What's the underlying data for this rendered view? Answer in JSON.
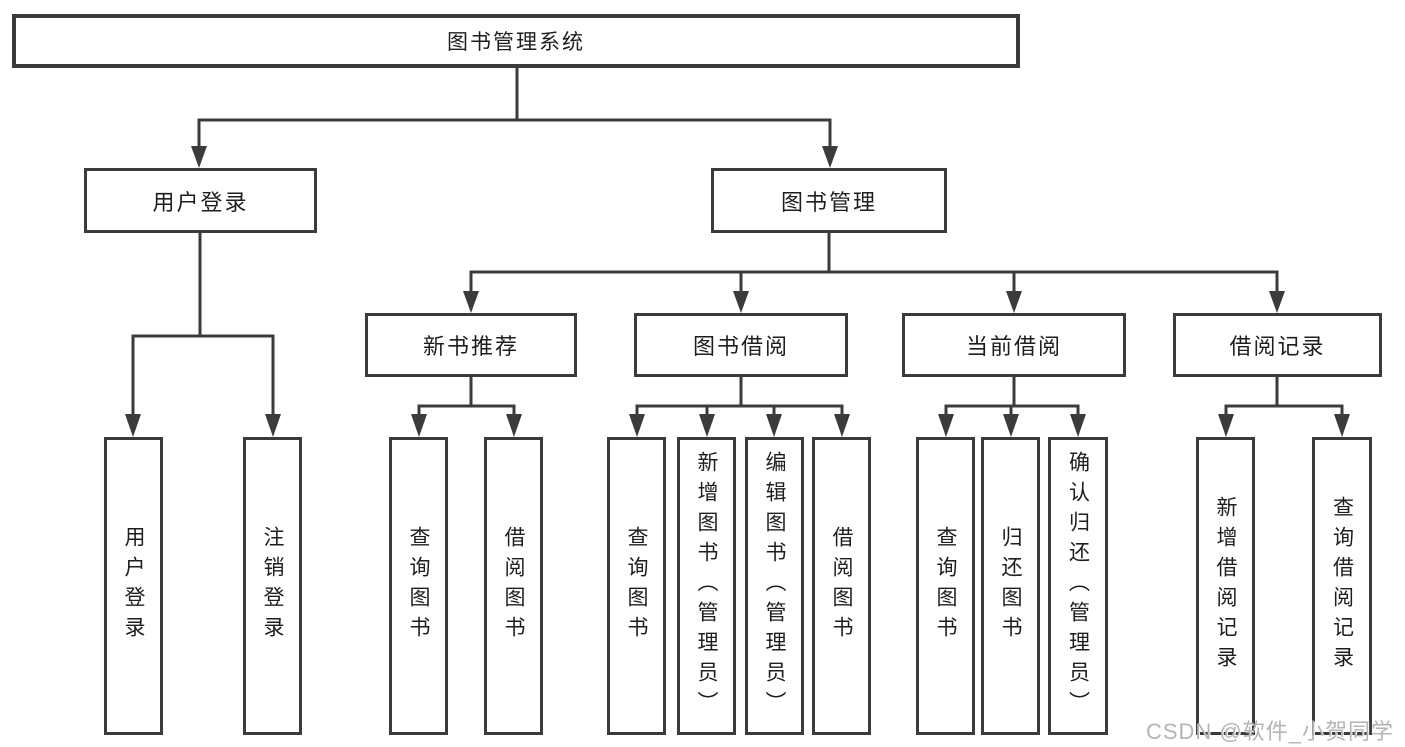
{
  "diagram": {
    "root": {
      "label": "图书管理系统"
    },
    "branches": [
      {
        "label": "用户登录",
        "children": [
          {
            "label": "用户登录"
          },
          {
            "label": "注销登录"
          }
        ]
      },
      {
        "label": "图书管理",
        "children": [
          {
            "label": "新书推荐",
            "children": [
              {
                "label": "查询图书"
              },
              {
                "label": "借阅图书"
              }
            ]
          },
          {
            "label": "图书借阅",
            "children": [
              {
                "label": "查询图书"
              },
              {
                "label": "新增图书（管理员）"
              },
              {
                "label": "编辑图书（管理员）"
              },
              {
                "label": "借阅图书"
              }
            ]
          },
          {
            "label": "当前借阅",
            "children": [
              {
                "label": "查询图书"
              },
              {
                "label": "归还图书"
              },
              {
                "label": "确认归还（管理员）"
              }
            ]
          },
          {
            "label": "借阅记录",
            "children": [
              {
                "label": "新增借阅记录"
              },
              {
                "label": "查询借阅记录"
              }
            ]
          }
        ]
      }
    ]
  },
  "colors": {
    "line": "#3b3b3b",
    "text": "#1e1e1e",
    "watermark": "#b4b4b4"
  },
  "watermark": {
    "text": "CSDN @软件_小贺同学"
  }
}
